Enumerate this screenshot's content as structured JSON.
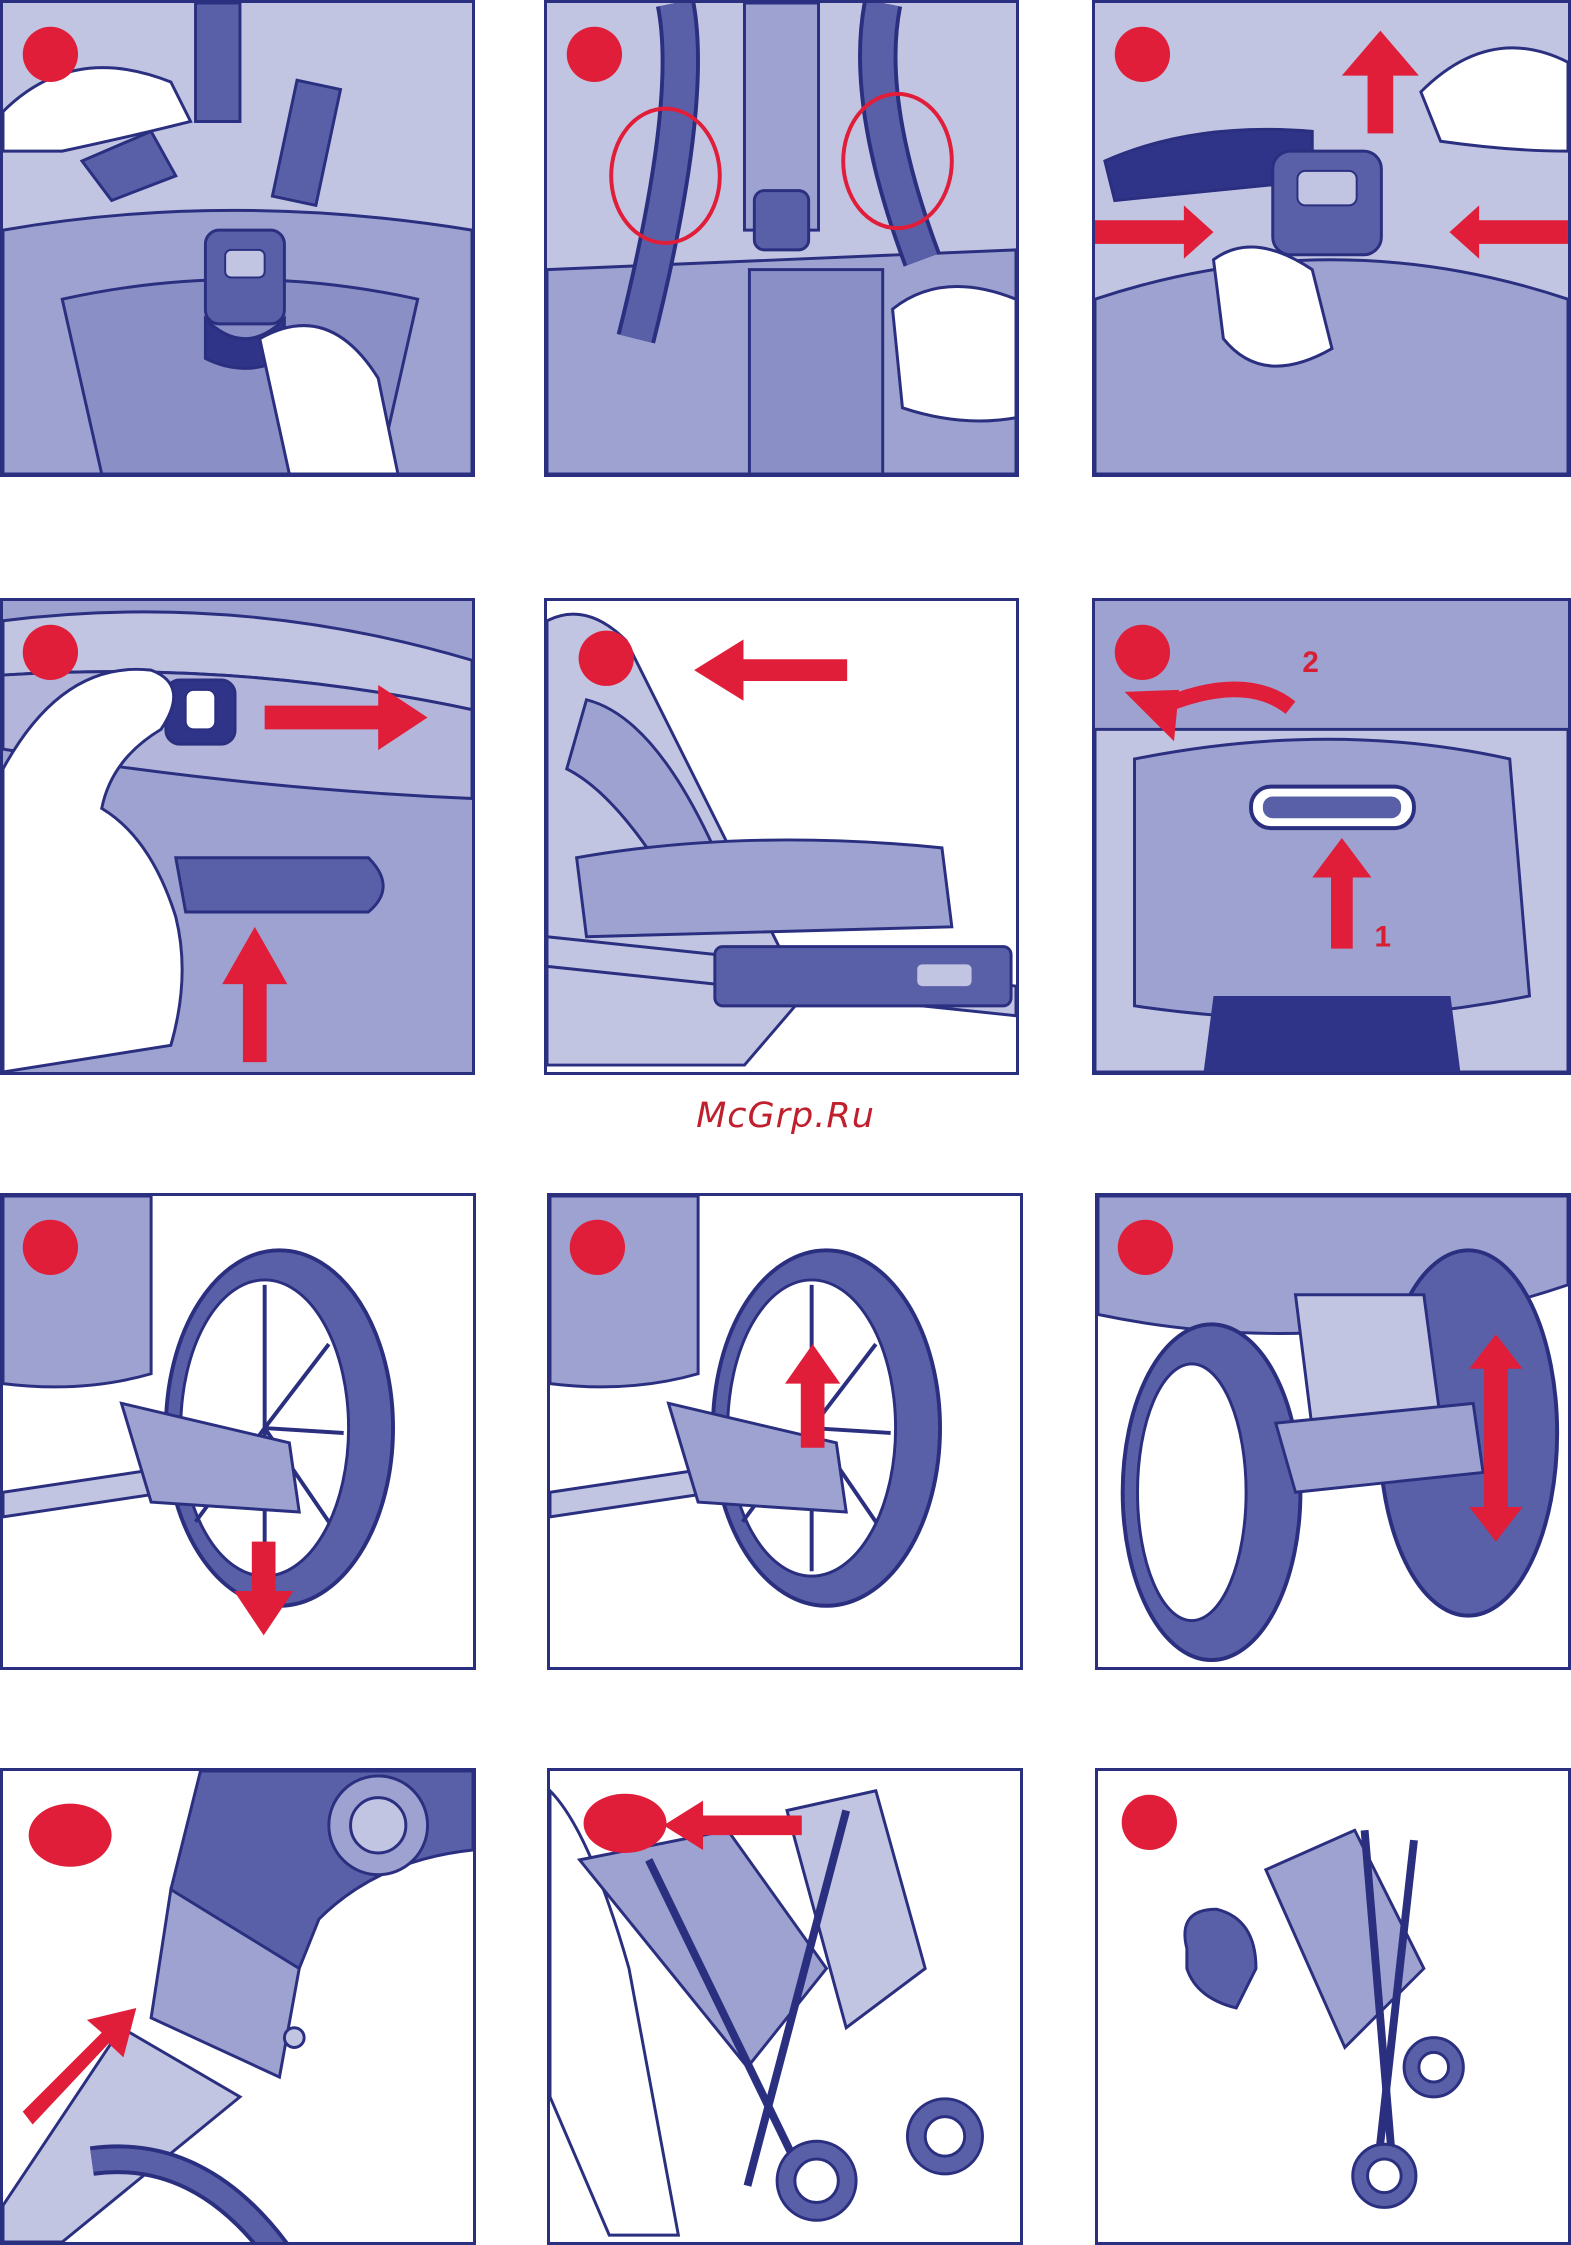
{
  "watermark": "McGrp.Ru",
  "colors": {
    "outline": "#2b2f80",
    "accent": "#e01e3a",
    "fabric_light": "#c2c5e2",
    "fabric_mid": "#9ea2d0",
    "fabric_dark": "#5a60a8"
  },
  "panel6": {
    "step_1": "1",
    "step_2": "2"
  },
  "panel7": {
    "marker_label": ""
  }
}
